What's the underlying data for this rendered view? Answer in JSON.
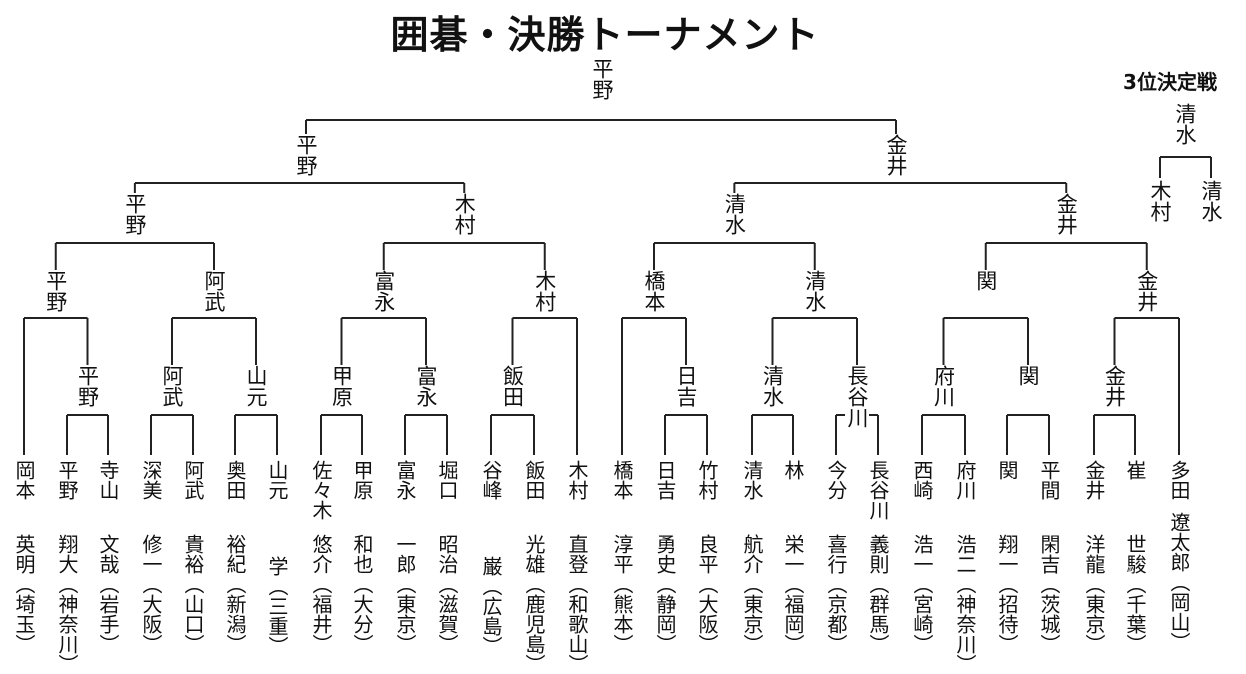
{
  "title": "囲碁・決勝トーナメント",
  "players": [
    {
      "surname": "岡本",
      "given": "英明",
      "pref": "埼玉"
    },
    {
      "surname": "平野",
      "given": "翔大",
      "pref": "神奈川"
    },
    {
      "surname": "寺山",
      "given": "文哉",
      "pref": "岩手"
    },
    {
      "surname": "深美",
      "given": "修一",
      "pref": "大阪"
    },
    {
      "surname": "阿武",
      "given": "貴裕",
      "pref": "山口"
    },
    {
      "surname": "奥田",
      "given": "裕紀",
      "pref": "新潟"
    },
    {
      "surname": "山元",
      "given": "学",
      "pref": "三重"
    },
    {
      "surname": "佐々木",
      "given": "悠介",
      "pref": "福井"
    },
    {
      "surname": "甲原",
      "given": "和也",
      "pref": "大分"
    },
    {
      "surname": "富永",
      "given": "一郎",
      "pref": "東京"
    },
    {
      "surname": "堀口",
      "given": "昭治",
      "pref": "滋賀"
    },
    {
      "surname": "谷峰",
      "given": "巌",
      "pref": "広島"
    },
    {
      "surname": "飯田",
      "given": "光雄",
      "pref": "鹿児島"
    },
    {
      "surname": "木村",
      "given": "直登",
      "pref": "和歌山"
    },
    {
      "surname": "橋本",
      "given": "淳平",
      "pref": "熊本"
    },
    {
      "surname": "日吉",
      "given": "勇史",
      "pref": "静岡"
    },
    {
      "surname": "竹村",
      "given": "良平",
      "pref": "大阪"
    },
    {
      "surname": "清水",
      "given": "航介",
      "pref": "東京"
    },
    {
      "surname": "林",
      "given": "栄一",
      "pref": "福岡"
    },
    {
      "surname": "今分",
      "given": "喜行",
      "pref": "京都"
    },
    {
      "surname": "長谷川",
      "given": "義則",
      "pref": "群馬"
    },
    {
      "surname": "西崎",
      "given": "浩一",
      "pref": "宮崎"
    },
    {
      "surname": "府川",
      "given": "浩二",
      "pref": "神奈川"
    },
    {
      "surname": "関",
      "given": "翔一",
      "pref": "招待"
    },
    {
      "surname": "平間",
      "given": "閑吉",
      "pref": "茨城"
    },
    {
      "surname": "金井",
      "given": "洋龍",
      "pref": "東京"
    },
    {
      "surname": "崔",
      "given": "世駿",
      "pref": "千葉"
    },
    {
      "surname": "多田",
      "given": "遼太郎",
      "pref": "岡山"
    }
  ],
  "round1_winners": [
    "平野",
    "阿武",
    "山元",
    "甲原",
    "富永",
    "飯田",
    "日吉",
    "清水",
    "長谷川",
    "府川",
    "関",
    "金井"
  ],
  "round2_winners": [
    "平野",
    "阿武",
    "富永",
    "木村",
    "橋本",
    "清水",
    "関",
    "金井"
  ],
  "round3_winners": [
    "平野",
    "木村",
    "清水",
    "金井"
  ],
  "semifinal_winners": [
    "平野",
    "金井"
  ],
  "champion": "平野",
  "third_place": {
    "title": "3位決定戦",
    "players": [
      "木村",
      "清水"
    ],
    "winner": "清水"
  }
}
